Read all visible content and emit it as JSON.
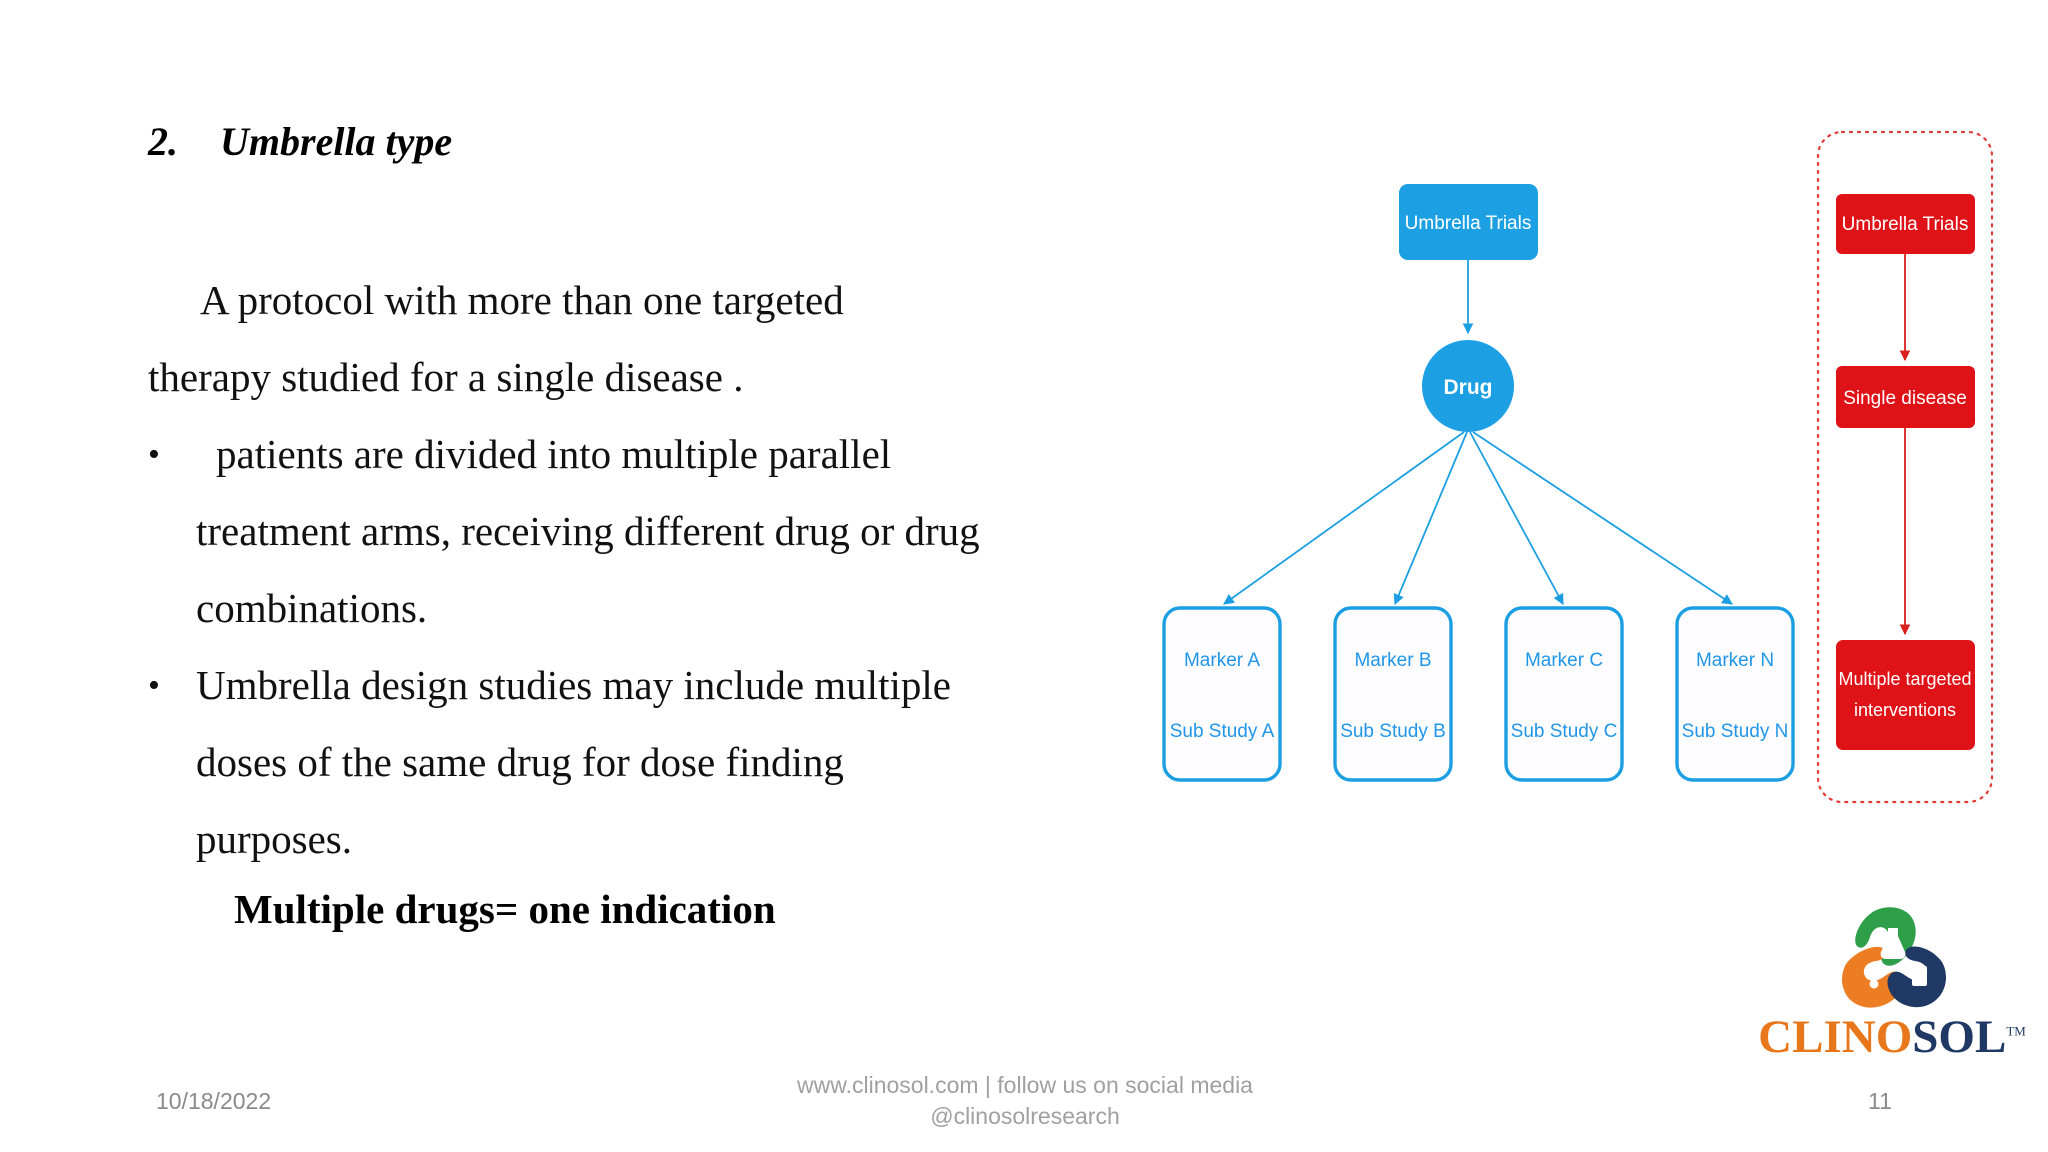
{
  "slide": {
    "heading_number": "2.",
    "heading_text": "Umbrella type",
    "paragraph": "A protocol with more than one targeted therapy studied for a single disease .",
    "bullets": [
      {
        "marker": "•",
        "text": "patients are divided into multiple parallel treatment arms, receiving different drug or drug combinations."
      },
      {
        "marker": "•",
        "text": "Umbrella design studies may include multiple doses of the same drug for dose finding purposes."
      }
    ],
    "closing_line": "Multiple drugs= one indication"
  },
  "diagram": {
    "colors": {
      "blue": "#1CA0E3",
      "blue_stroke": "#1C9FE2",
      "blue_text": "#2196E8",
      "red": "#DF1217",
      "red_stroke": "#E0221F",
      "dotted_border": "#E23A34",
      "white": "#FFFFFF"
    },
    "blue_flow": {
      "root_label": "Umbrella Trials",
      "node_label": "Drug",
      "leaves": [
        {
          "marker": "Marker A",
          "substudy": "Sub Study A"
        },
        {
          "marker": "Marker B",
          "substudy": "Sub Study B"
        },
        {
          "marker": "Marker C",
          "substudy": "Sub Study C"
        },
        {
          "marker": "Marker N",
          "substudy": "Sub Study N"
        }
      ]
    },
    "red_flow": {
      "steps": [
        "Umbrella Trials",
        "Single disease",
        "Multiple targeted interventions"
      ],
      "step3_line1": "Multiple targeted",
      "step3_line2": "interventions"
    }
  },
  "footer": {
    "date": "10/18/2022",
    "center_line1": "www.clinosol.com  |  follow us on social media",
    "center_line2": "@clinosolresearch",
    "page_number": "11"
  },
  "logo": {
    "word_part1": "CLINO",
    "word_part2": "SOL",
    "trademark": "TM",
    "hand_green": "#2E9E49",
    "hand_orange": "#ED7D22",
    "hand_navy": "#1F3864"
  }
}
